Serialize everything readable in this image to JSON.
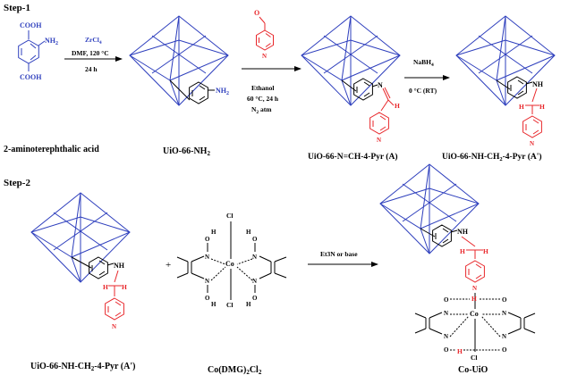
{
  "steps": {
    "step1": "Step-1",
    "step2": "Step-2"
  },
  "colors": {
    "blue": "#2e3fbd",
    "red": "#e8262a",
    "black": "#000000"
  },
  "reagents": {
    "cooh_top": "COOH",
    "nh2": "NH",
    "nh2_sub": "2",
    "cooh_bottom": "COOH",
    "zrcl": "ZrCl",
    "zrcl_sub": "4",
    "dmf": "DMF, 120 °C",
    "time1": "24 h",
    "ethanol": "Ethanol",
    "cond2": "60 °C, 24 h",
    "n2": "N",
    "n2_sub": "2",
    "n2_rest": " atm",
    "nabh": "NaBH",
    "nabh_sub": "4",
    "temp3": "0 °C (RT)",
    "base": "Et3N or base",
    "h": "H",
    "n": "N",
    "o": "O",
    "co": "Co",
    "cl": "Cl",
    "nh": "NH",
    "plus": "+"
  },
  "labels": {
    "acid": "2-aminoterephthalic acid",
    "uio66_a": "UiO-66-NH",
    "uio66_sub": "2",
    "iminepyr": "UiO-66-N=CH-4-Pyr (A)",
    "amine_pre": "UiO-66-NH-CH",
    "amine_sub": "2",
    "amine_post": "-4-Pyr (A')",
    "amine2_pre": "UiO-66-NH-CH",
    "amine2_sub": "2",
    "amine2_post": "-4-Pyr (A')",
    "codmg_pre": "Co(DMG)",
    "codmg_sub": "2",
    "codmg_post": "Cl",
    "couio": "Co-UiO"
  }
}
